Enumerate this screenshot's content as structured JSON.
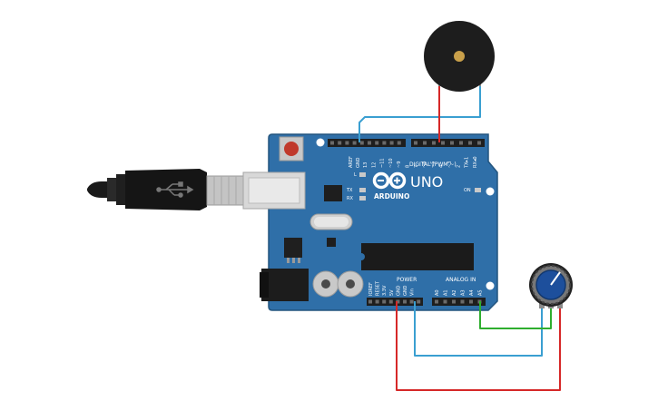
{
  "board": {
    "brand": "ARDUINO",
    "model": "UNO",
    "on_label": "ON",
    "l_label": "L",
    "tx_label": "TX",
    "rx_label": "RX",
    "aref_label": "AREF",
    "gnd_label": "GND",
    "digital_label": "DIGITAL (PWM ~)",
    "power_label": "POWER",
    "analog_label": "ANALOG IN",
    "digital_pins": [
      "13",
      "12",
      "~11",
      "~10",
      "~9",
      "8",
      "7",
      "~6",
      "~5",
      "4",
      "~3",
      "2",
      "TX▸1",
      "RX◂0"
    ],
    "power_pins": [
      "IOREF",
      "RESET",
      "3.3V",
      "5V",
      "GND",
      "GND",
      "Vin"
    ],
    "analog_pins": [
      "A0",
      "A1",
      "A2",
      "A3",
      "A4",
      "A5"
    ]
  },
  "colors": {
    "board": "#2f6fa8",
    "board_edge": "#23557f",
    "wire_red": "#d62828",
    "wire_blue": "#3a9fd1",
    "wire_green": "#2fae2f",
    "buzzer": "#1d1d1d",
    "buzzer_center": "#c9a04a",
    "pot_body": "#1d4f9c",
    "pot_ring": "#222222"
  }
}
